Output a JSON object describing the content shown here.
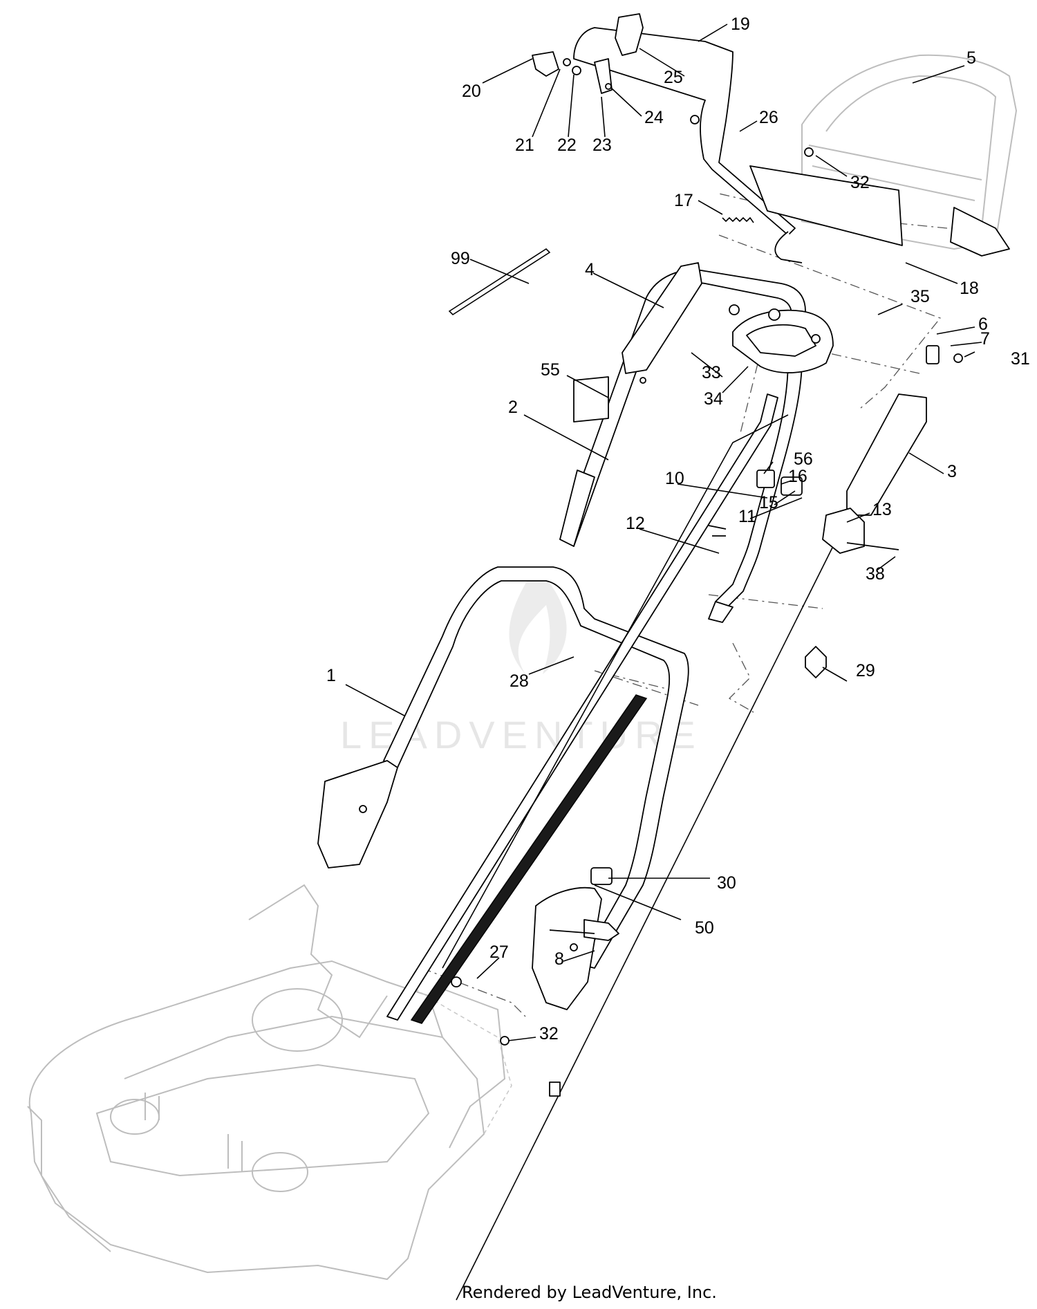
{
  "watermark": "LEADVENTURE",
  "footer": "Rendered by LeadVenture, Inc.",
  "callouts": [
    {
      "id": "1",
      "label": "1"
    },
    {
      "id": "2",
      "label": "2"
    },
    {
      "id": "3",
      "label": "3"
    },
    {
      "id": "4",
      "label": "4"
    },
    {
      "id": "5",
      "label": "5"
    },
    {
      "id": "6",
      "label": "6"
    },
    {
      "id": "7",
      "label": "7"
    },
    {
      "id": "8",
      "label": "8"
    },
    {
      "id": "10",
      "label": "10"
    },
    {
      "id": "11",
      "label": "11"
    },
    {
      "id": "12",
      "label": "12"
    },
    {
      "id": "13",
      "label": "13"
    },
    {
      "id": "15",
      "label": "15"
    },
    {
      "id": "16",
      "label": "16"
    },
    {
      "id": "17",
      "label": "17"
    },
    {
      "id": "18",
      "label": "18"
    },
    {
      "id": "19",
      "label": "19"
    },
    {
      "id": "20",
      "label": "20"
    },
    {
      "id": "21",
      "label": "21"
    },
    {
      "id": "22",
      "label": "22"
    },
    {
      "id": "23",
      "label": "23"
    },
    {
      "id": "24",
      "label": "24"
    },
    {
      "id": "25",
      "label": "25"
    },
    {
      "id": "26",
      "label": "26"
    },
    {
      "id": "27",
      "label": "27"
    },
    {
      "id": "28",
      "label": "28"
    },
    {
      "id": "29",
      "label": "29"
    },
    {
      "id": "30",
      "label": "30"
    },
    {
      "id": "31",
      "label": "31"
    },
    {
      "id": "32a",
      "label": "32"
    },
    {
      "id": "32b",
      "label": "32"
    },
    {
      "id": "33",
      "label": "33"
    },
    {
      "id": "34",
      "label": "34"
    },
    {
      "id": "35",
      "label": "35"
    },
    {
      "id": "38",
      "label": "38"
    },
    {
      "id": "50",
      "label": "50"
    },
    {
      "id": "55",
      "label": "55"
    },
    {
      "id": "56",
      "label": "56"
    },
    {
      "id": "99",
      "label": "99"
    }
  ]
}
